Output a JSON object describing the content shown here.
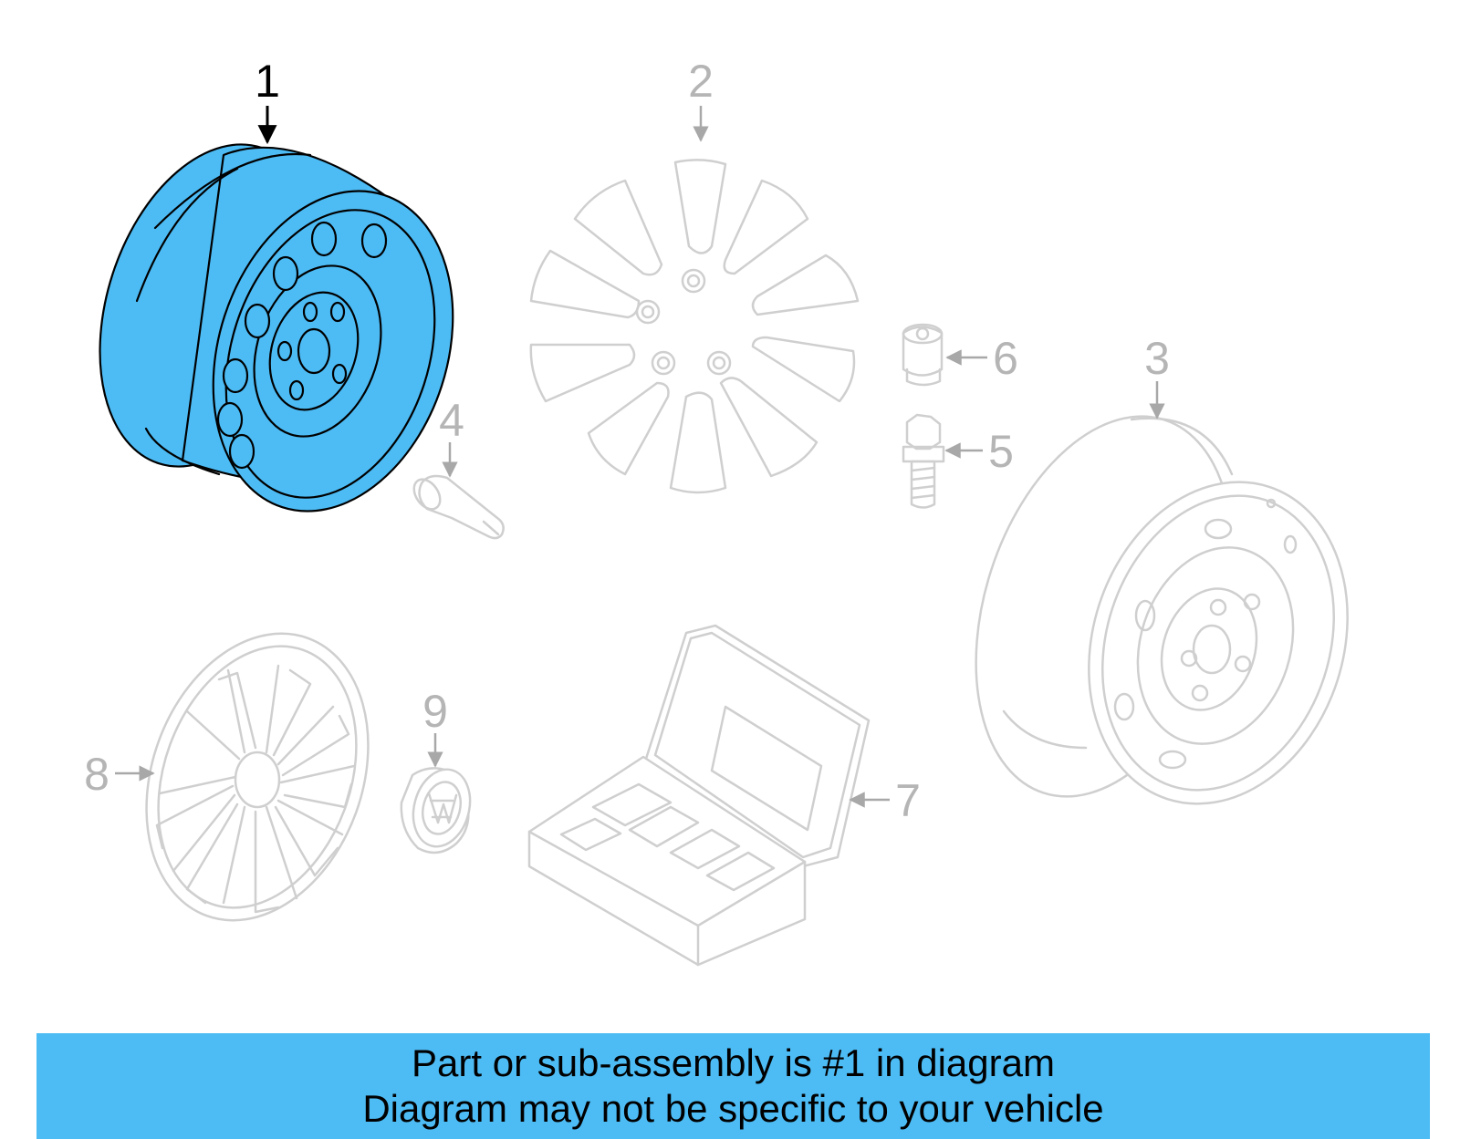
{
  "diagram": {
    "highlighted_part": "1",
    "highlight_color": "#4dbcf5",
    "ghost_color": "#cfcfcf",
    "callouts": {
      "c1": "1",
      "c2": "2",
      "c3": "3",
      "c4": "4",
      "c5": "5",
      "c6": "6",
      "c7": "7",
      "c8": "8",
      "c9": "9"
    }
  },
  "banner": {
    "line1": "Part or sub-assembly is #1 in diagram",
    "line2": "Diagram may not be specific to your vehicle",
    "color": "#4dbcf5"
  }
}
